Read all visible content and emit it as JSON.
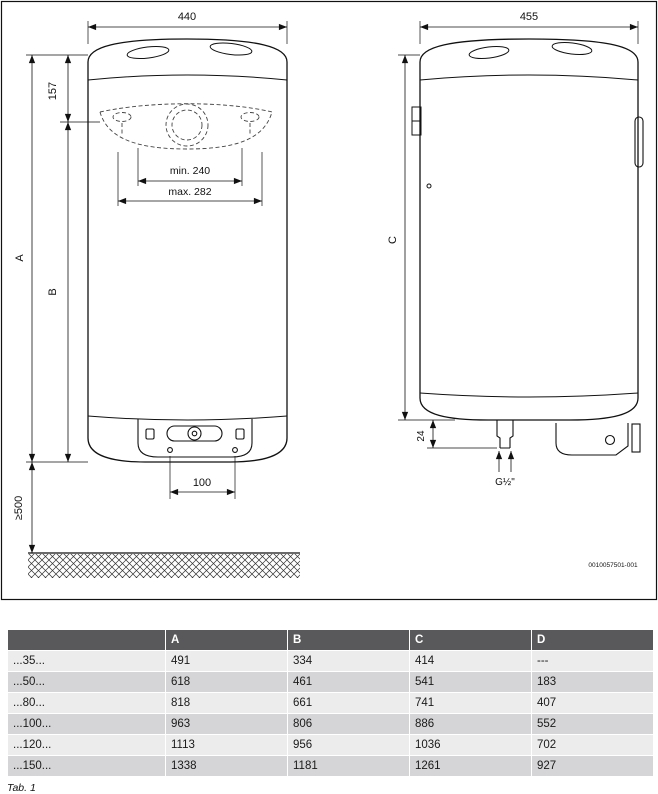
{
  "diagram": {
    "front": {
      "width": "440",
      "top_to_bracket": "157",
      "dim_a": "A",
      "dim_b": "B",
      "bracket_min": "min. 240",
      "bracket_max": "max. 282",
      "panel_width": "100",
      "floor_clearance": "≥500"
    },
    "side": {
      "width": "455",
      "dim_c": "C",
      "pipe_offset": "24",
      "connection": "G½\"",
      "part_number": "0010057501-001"
    }
  },
  "table": {
    "caption": "Tab. 1",
    "col_headers": [
      "A",
      "B",
      "C",
      "D"
    ],
    "rows": [
      {
        "label": "...35...",
        "values": [
          "491",
          "334",
          "414",
          "---"
        ]
      },
      {
        "label": "...50...",
        "values": [
          "618",
          "461",
          "541",
          "183"
        ]
      },
      {
        "label": "...80...",
        "values": [
          "818",
          "661",
          "741",
          "407"
        ]
      },
      {
        "label": "...100...",
        "values": [
          "963",
          "806",
          "886",
          "552"
        ]
      },
      {
        "label": "...120...",
        "values": [
          "1113",
          "956",
          "1036",
          "702"
        ]
      },
      {
        "label": "...150...",
        "values": [
          "1338",
          "1181",
          "1261",
          "927"
        ]
      }
    ]
  }
}
